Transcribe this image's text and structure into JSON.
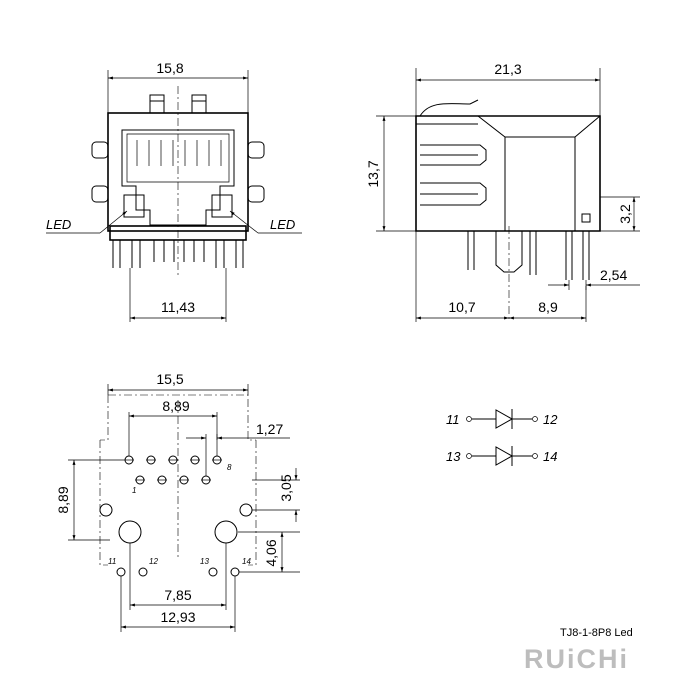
{
  "front_view": {
    "width_label": "15,8",
    "pitch_label": "11,43",
    "led_left": "LED",
    "led_right": "LED"
  },
  "side_view": {
    "length_label": "21,3",
    "height_label": "13,7",
    "pin_offset_label": "3,2",
    "pin_pitch_label": "2,54",
    "front_to_peg_label": "10,7",
    "peg_to_pin_label": "8,9"
  },
  "footprint": {
    "width_label": "15,5",
    "row_span_label": "8,89",
    "pin_pitch_label": "1,27",
    "vertical_span_label": "8,89",
    "row_offset_label": "3,05",
    "led_offset_label": "4,06",
    "post_span_label": "7,85",
    "led_span_label": "12,93",
    "pin_1": "1",
    "pin_8": "8",
    "pin_11": "11",
    "pin_12": "12",
    "pin_13": "13",
    "pin_14": "14"
  },
  "schematic": {
    "led1_anode": "11",
    "led1_cathode": "12",
    "led2_anode": "13",
    "led2_cathode": "14"
  },
  "model_label": "TJ8-1-8P8 Led",
  "brand_logo": "RUiCHi"
}
